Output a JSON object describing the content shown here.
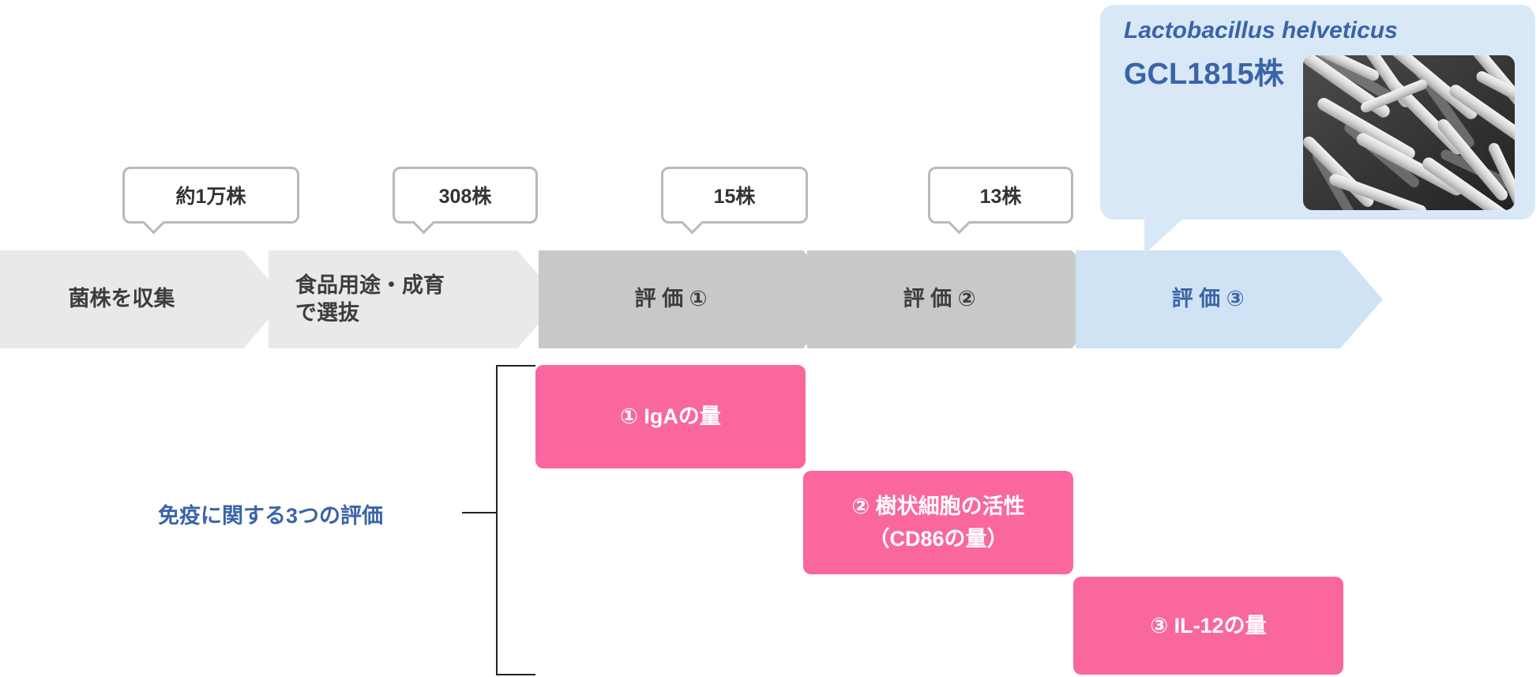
{
  "colors": {
    "accent_pink": "#f9679e",
    "accent_blue_text": "#3a64a8",
    "callout_blue_fill": "#d9e8f6",
    "arrow_light_gray": "#e9e9ea",
    "arrow_dark_gray": "#c8c8c9",
    "arrow_blue_fill": "#cfe3f4"
  },
  "flow": {
    "steps": [
      {
        "label1": "菌株を収集",
        "label2": "",
        "badge": "約1万株"
      },
      {
        "label1": "食品用途・成育",
        "label2": "で選抜",
        "badge": "308株"
      },
      {
        "label1": "評 価 ①",
        "label2": "",
        "badge": "15株"
      },
      {
        "label1": "評 価 ②",
        "label2": "",
        "badge": "13株"
      },
      {
        "label1": "評 価 ③",
        "label2": "",
        "badge": ""
      }
    ]
  },
  "result": {
    "species": "Lactobacillus helveticus",
    "strain": "GCL1815株",
    "image": "bacteria-sem-image"
  },
  "evaluations": {
    "title": "免疫に関する3つの評価",
    "items": [
      {
        "line1": "① IgAの量",
        "line2": ""
      },
      {
        "line1": "② 樹状細胞の活性",
        "line2": "（CD86の量）"
      },
      {
        "line1": "③ IL-12の量",
        "line2": ""
      }
    ]
  }
}
